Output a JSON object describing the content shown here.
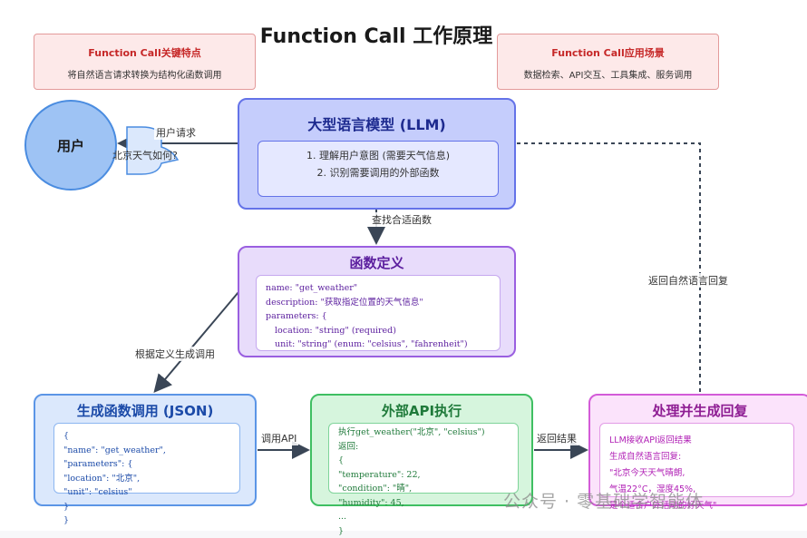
{
  "title": "Function Call 工作原理",
  "notes": {
    "left": {
      "heading": "Function Call关键特点",
      "text": "将自然语言请求转换为结构化函数调用"
    },
    "right": {
      "heading": "Function Call应用场景",
      "text": "数据检索、API交互、工具集成、服务调用"
    }
  },
  "user": {
    "label": "用户",
    "bubble": "北京天气如何?"
  },
  "llm": {
    "title": "大型语言模型 (LLM)",
    "steps": [
      "1. 理解用户意图 (需要天气信息)",
      "2. 识别需要调用的外部函数"
    ]
  },
  "function_def": {
    "title": "函数定义",
    "lines": [
      "name: \"get_weather\"",
      "description: \"获取指定位置的天气信息\"",
      "parameters: {",
      "  location: \"string\" (required)",
      "  unit: \"string\" (enum: \"celsius\", \"fahrenheit\")",
      "}"
    ]
  },
  "generate_call": {
    "title": "生成函数调用 (JSON)",
    "lines": [
      "{",
      "\"name\": \"get_weather\",",
      "\"parameters\": {",
      "\"location\": \"北京\",",
      "\"unit\": \"celsius\"",
      "}",
      "}"
    ]
  },
  "api_exec": {
    "title": "外部API执行",
    "lines": [
      "执行get_weather(\"北京\", \"celsius\")",
      "返回:",
      "{",
      "\"temperature\": 22,",
      "\"condition\": \"晴\",",
      "\"humidity\": 45,",
      "...",
      "}"
    ]
  },
  "response": {
    "title": "处理并生成回复",
    "lines": [
      "LLM接收API返回结果",
      "生成自然语言回复:",
      "\"北京今天天气晴朗,",
      "气温22°C，湿度45%,",
      "是个适合户外活动的好天气\""
    ]
  },
  "edges": {
    "user_request": "用户请求",
    "find_function": "查找合适函数",
    "generate_by_def": "根据定义生成调用",
    "call_api": "调用API",
    "return_result": "返回结果",
    "return_reply": "返回自然语言回复"
  },
  "watermark": "公众号 · 零基础学智能体",
  "colors": {
    "llm": "#c5cdfc",
    "function_def": "#e8dcfb",
    "generate_call": "#dbe8fc",
    "api_exec": "#d6f5dd",
    "response": "#fbe3fb",
    "note": "#fde9e9",
    "user": "#9ec3f4"
  }
}
